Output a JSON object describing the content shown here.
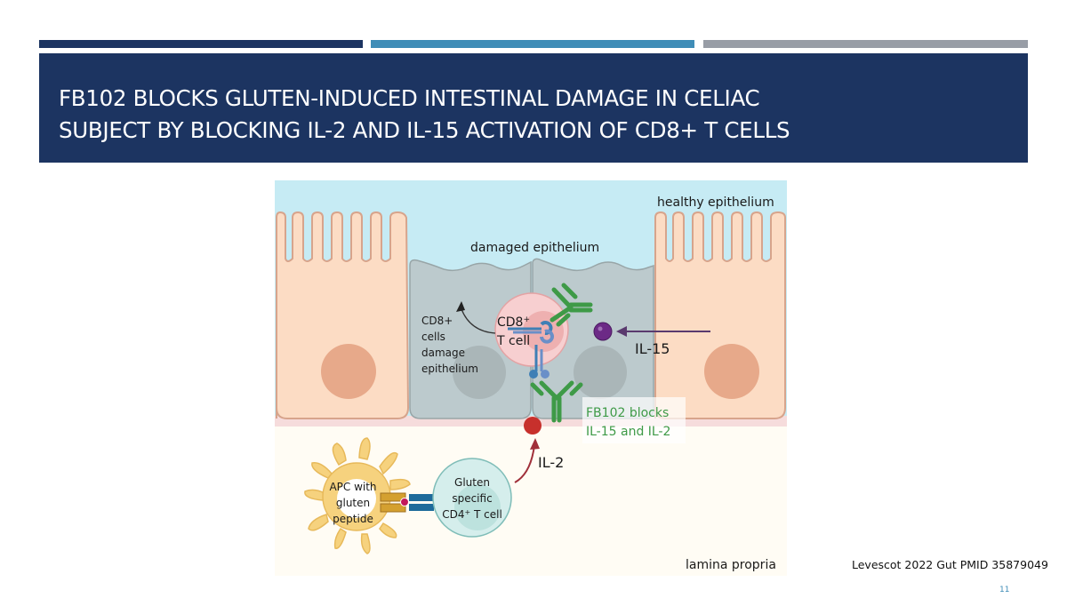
{
  "slide": {
    "title_line1": "FB102 BLOCKS GLUTEN-INDUCED INTESTINAL DAMAGE IN CELIAC",
    "title_line2": "SUBJECT BY BLOCKING IL-2 AND IL-15 ACTIVATION OF CD8+ T CELLS",
    "citation": "Levescot 2022 Gut PMID 35879049",
    "page_number": "11",
    "accent_colors": {
      "navy": "#1c3461",
      "blue": "#3f8db7",
      "gray": "#989da6"
    }
  },
  "diagram": {
    "labels": {
      "healthy_epithelium": "healthy epithelium",
      "damaged_epithelium": "damaged epithelium",
      "cd8_damage_line1": "CD8+",
      "cd8_damage_line2": "cells",
      "cd8_damage_line3": "damage",
      "cd8_damage_line4": "epithelium",
      "cd8_cell_line1": "CD8",
      "cd8_cell_sup": "+",
      "cd8_cell_line2": "T cell",
      "il15": "IL-15",
      "il2": "IL-2",
      "fb102_line1": "FB102 blocks",
      "fb102_line2": "IL-15 and IL-2",
      "apc_line1": "APC with",
      "apc_line2": "gluten",
      "apc_line3": "peptide",
      "cd4_line1": "Gluten",
      "cd4_line2": "specific",
      "cd4_line3": "CD4",
      "cd4_sup": "+",
      "cd4_line3b": " T cell",
      "lamina_propria": "lamina propria"
    },
    "colors": {
      "lumen": "#c6ebf4",
      "healthy_cell": "#fcdcc4",
      "healthy_nucleus": "#e7a98a",
      "damaged_cell": "#bccacd",
      "damaged_nucleus": "#aab6b8",
      "cd8_cell": "#f7cfd0",
      "lamina": "#fffcf4",
      "basement": "#f6dcdc",
      "antibody": "#3e9a47",
      "receptor": "#3f7fb5",
      "il15": "#6c2a86",
      "il2": "#c7302c",
      "apc": "#f6d27e",
      "cd4_cell": "#d5eeec"
    }
  }
}
